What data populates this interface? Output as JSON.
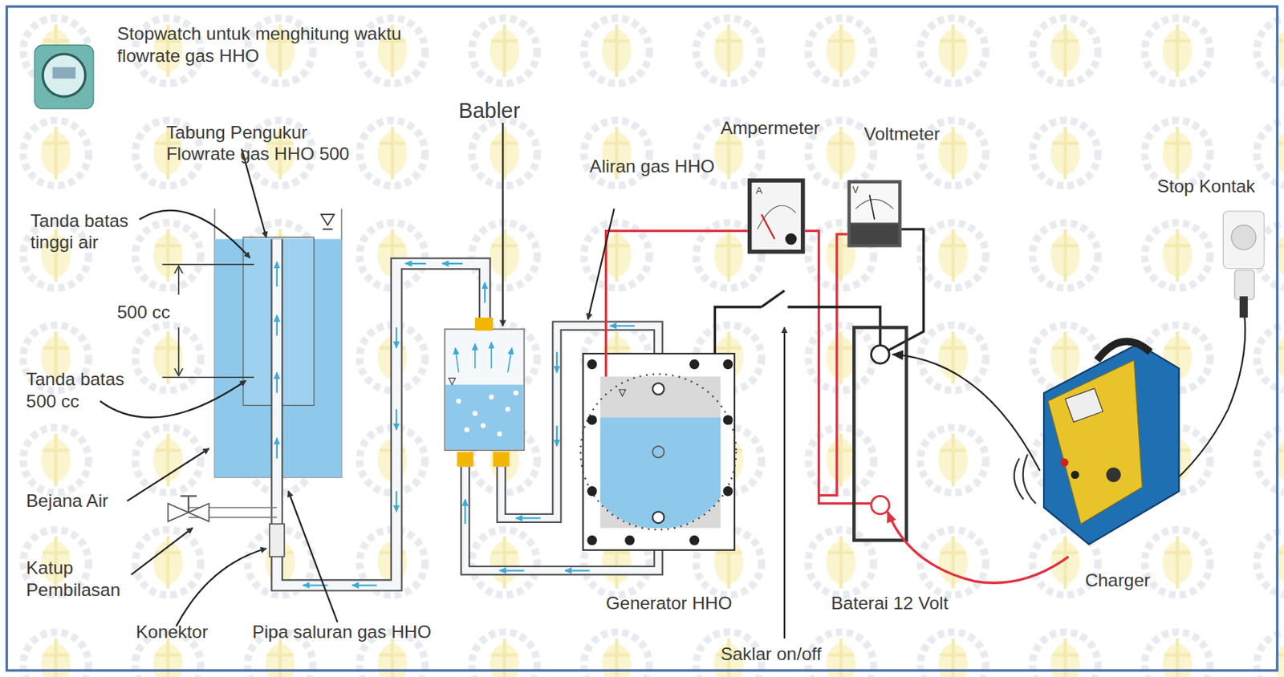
{
  "diagram": {
    "labels": [
      "Stopwatch untuk menghitung waktu flowrate gas HHO",
      "Tabung Pengukur Flowrate gas HHO 500",
      "Babler",
      "Ampermeter",
      "Voltmeter",
      "Aliran gas HHO",
      "Stop Kontak",
      "Tanda batas tinggi air",
      "500 cc",
      "Tanda batas 500 cc",
      "Bejana Air",
      "Katup Pembilasan",
      "Konektor",
      "Pipa saluran gas HHO",
      "Generator HHO",
      "Baterai 12 Volt",
      "Charger",
      "Saklar on/off",
      "A",
      "V"
    ]
  }
}
